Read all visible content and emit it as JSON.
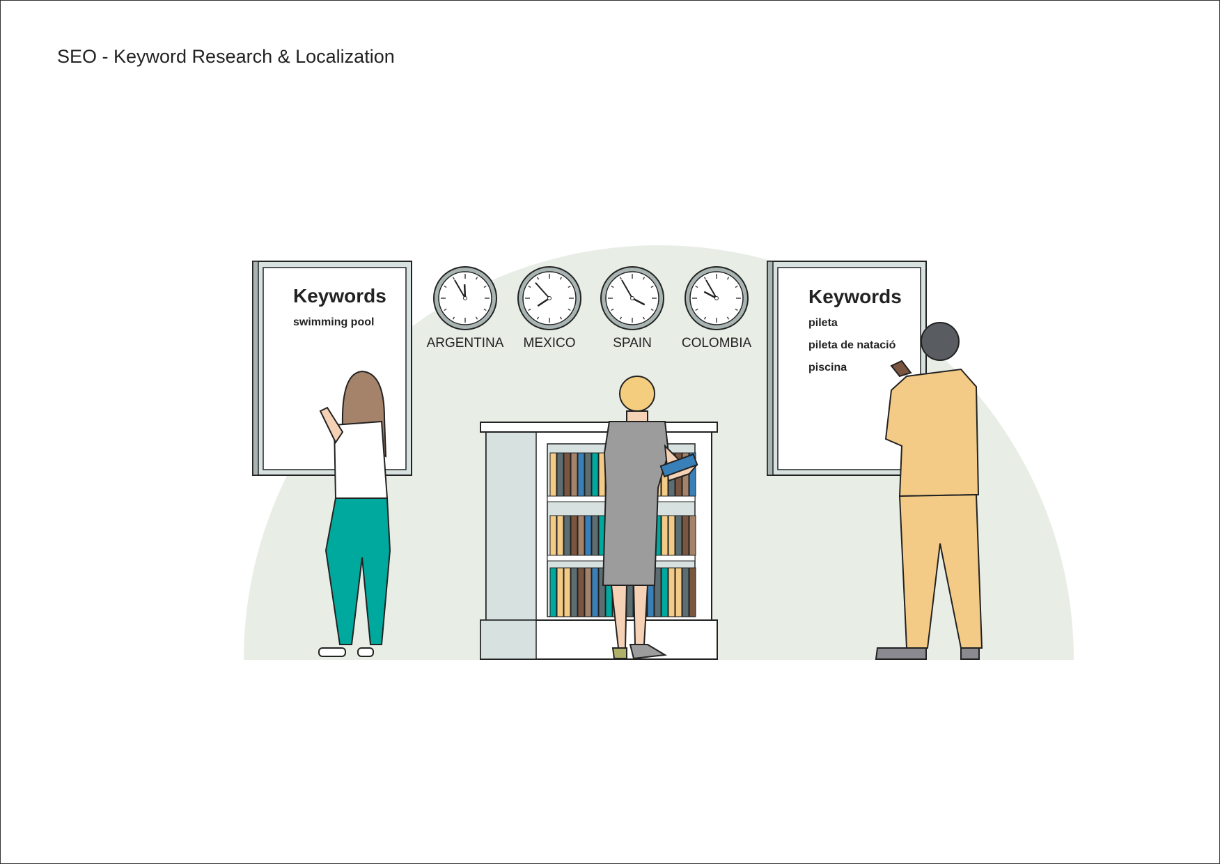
{
  "title": "SEO - Keyword Research & Localization",
  "boards": [
    {
      "heading": "Keywords",
      "items": [
        "swimming pool"
      ]
    },
    {
      "heading": "Keywords",
      "items": [
        "pileta",
        "pileta de natació",
        "piscina"
      ]
    }
  ],
  "clocks": [
    {
      "label": "ARGENTINA",
      "hour": 11,
      "minute": 55
    },
    {
      "label": "MEXICO",
      "hour": 7,
      "minute": 53
    },
    {
      "label": "SPAIN",
      "hour": 3,
      "minute": 55
    },
    {
      "label": "COLOMBIA",
      "hour": 9,
      "minute": 55
    }
  ],
  "colors": {
    "background_arc": "#e8ede6",
    "board_frame": "#d7e2e0",
    "teal": "#00a99d",
    "suit": "#f3cb86",
    "dress": "#9c9c9c"
  }
}
